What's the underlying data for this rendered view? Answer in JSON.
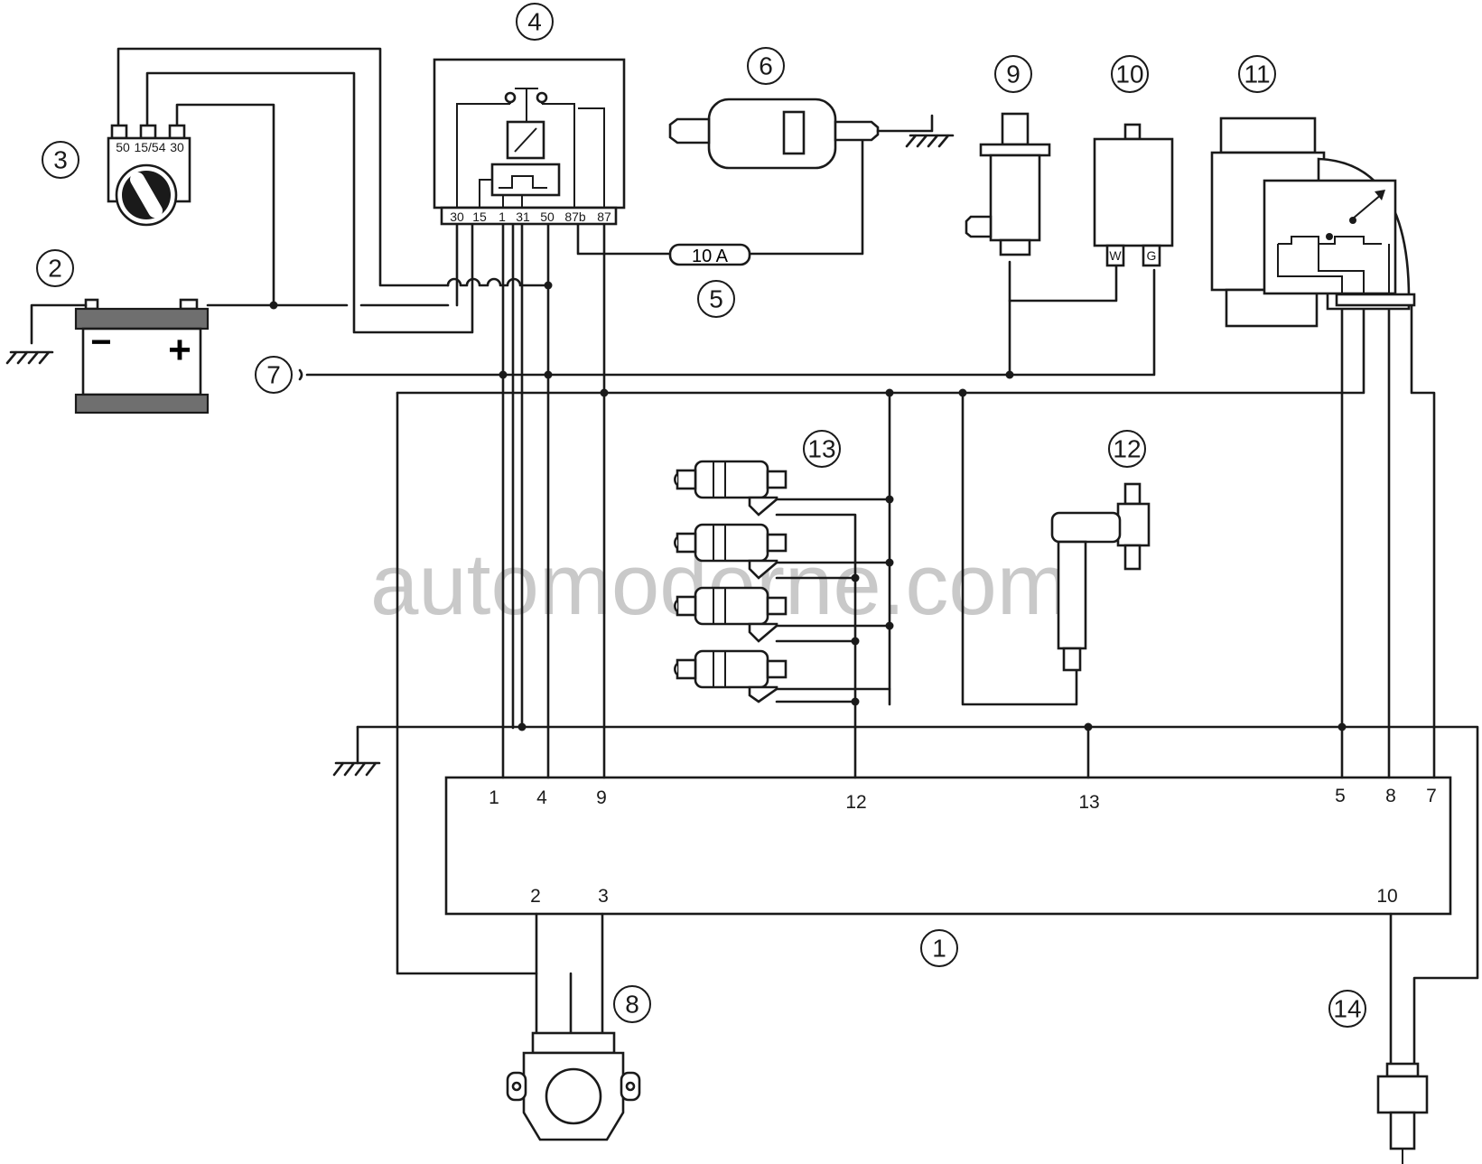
{
  "watermark": "automoderne.com",
  "callouts": [
    "1",
    "2",
    "3",
    "4",
    "5",
    "6",
    "7",
    "8",
    "9",
    "10",
    "11",
    "12",
    "13",
    "14"
  ],
  "ecu_pins_top": [
    "1",
    "4",
    "9",
    "12",
    "13",
    "5",
    "8",
    "7"
  ],
  "ecu_pins_bottom": [
    "2",
    "3",
    "10"
  ],
  "relay_terminals": [
    "30",
    "15",
    "1",
    "31",
    "50",
    "87b",
    "87"
  ],
  "ignition_switch_terminals": [
    "50",
    "15/54",
    "30"
  ],
  "fuse_label": "10 A",
  "battery_symbols": {
    "minus": "−",
    "plus": "+"
  },
  "aux_valve_terminals": [
    "W",
    "G"
  ],
  "colors": {
    "line": "#1a1a1a",
    "battery_cap": "#6f6f6f",
    "battery_body": "#ffffff",
    "watermark": "#c9c9c9"
  }
}
